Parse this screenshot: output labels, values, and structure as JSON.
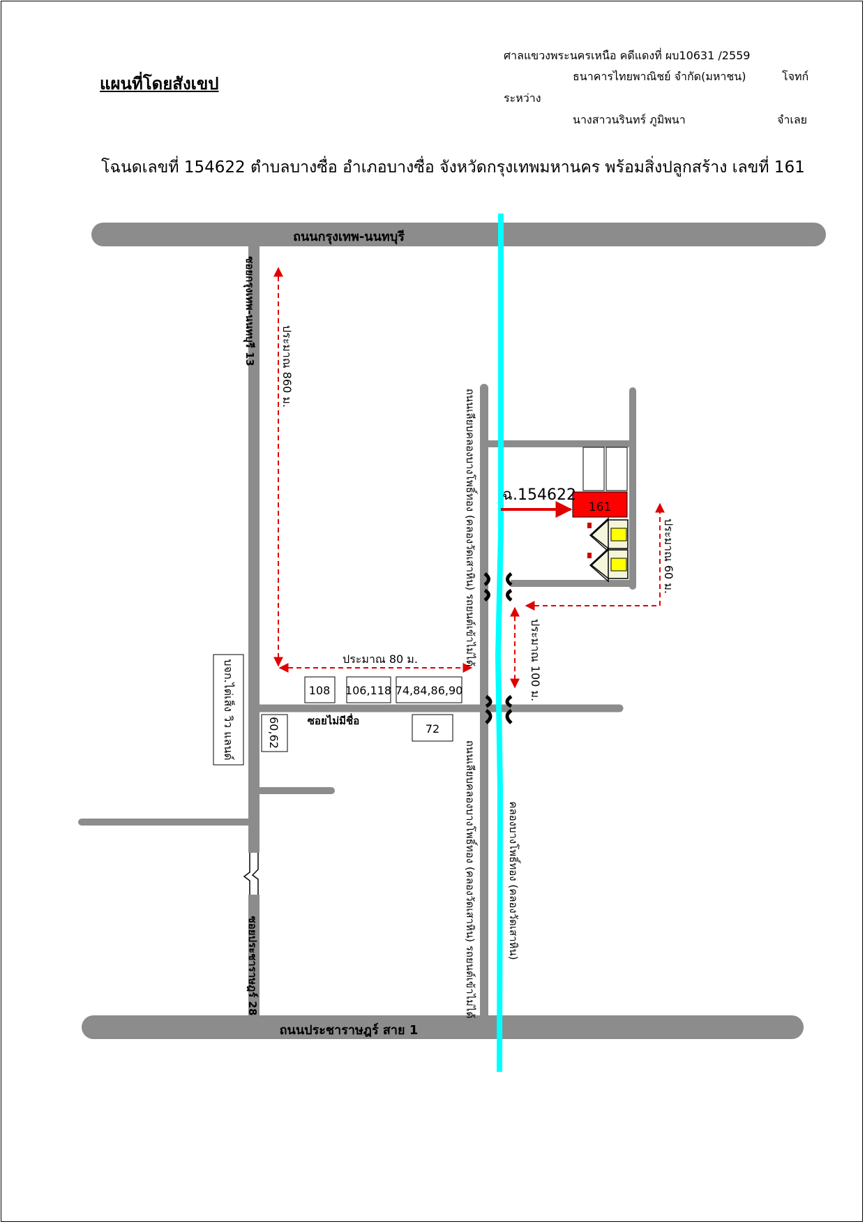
{
  "header": {
    "title": "แผนที่โดยสังเขป",
    "court_line": "ศาลแขวงพระนครเหนือ คดีแดงที่ ผบ10631  /2559",
    "plaintiff_name": "ธนาคารไทยพาณิชย์ จำกัด(มหาชน)",
    "plaintiff_role": "โจทก์",
    "between": "ระหว่าง",
    "defendant_name": "นางสาวนรินทร์  ภูมิพนา",
    "defendant_role": "จำเลย"
  },
  "deed_line": "โฉนดเลขที่ 154622 ตำบลบางซื่อ อำเภอบางซื่อ จังหวัดกรุงเทพมหานคร พร้อมสิ่งปลูกสร้าง เลขที่ 161",
  "map": {
    "road_top": "ถนนกรุงเทพ-นนทบุรี",
    "road_bottom": "ถนนประชาราษฎร์ สาย 1",
    "soi_13": "ซอยกรุงเทพ-นนทบุรี 13",
    "soi_28": "ซอยประชาราษฎร์ 28",
    "soi_unnamed": "ซอยไม่มีชื่อ",
    "road_canal_upper": "ถนนเลียบคลองบางโพธิ์ทอง (คลองวัดเสาหิน) รถยนต์เข้าไม่ได้",
    "road_canal_lower": "ถนนเลียบคลองบางโพธิ์ทอง (คลองวัดเสาหิน) รถยนต์เข้าไม่ได้",
    "canal": "คลองบางโพธิ์ทอง (คลองวัดเสาหิน)",
    "company": "บจก.ไต่เส็ง วิว แลนด์",
    "dist_860": "ประมาณ 860 ม.",
    "dist_80": "ประมาณ 80 ม.",
    "dist_100": "ประมาณ 100 ม.",
    "dist_60": "ประมาณ 60 ม.",
    "deed_label": "ฉ.154622",
    "house_no": "161",
    "house_108": "108",
    "house_106": "106,118",
    "house_74": "74,84,86,90",
    "house_72": "72",
    "house_60": "60,62"
  },
  "colors": {
    "road": "#8c8c8c",
    "canal": "#00ffff",
    "arrow": "#e00000",
    "target": "#ff0000",
    "house_fill": "#f5f5dc",
    "house_door": "#ffff00"
  }
}
